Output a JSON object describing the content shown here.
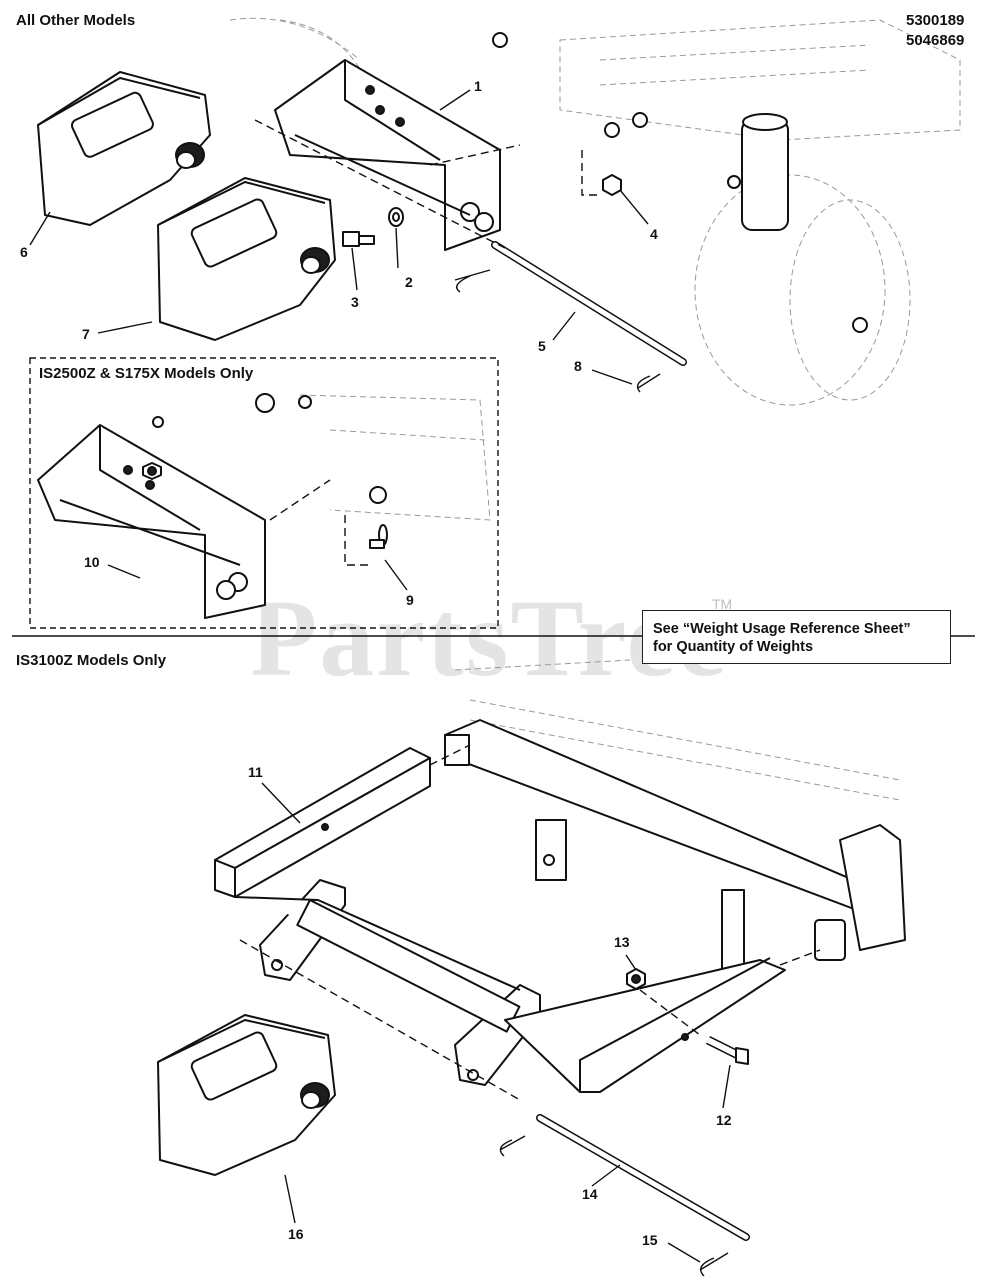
{
  "header": {
    "section_all": "All Other Models",
    "part_codes": [
      "5300189",
      "5046869"
    ],
    "section_is2500": "IS2500Z & S175X Models Only",
    "section_is3100": "IS3100Z Models Only"
  },
  "callout_box": {
    "line1": "See “Weight Usage Reference Sheet”",
    "line2": "for Quantity of Weights"
  },
  "watermark": {
    "text": "PartsTree",
    "tm": "TM"
  },
  "callouts": [
    "1",
    "2",
    "3",
    "4",
    "5",
    "6",
    "7",
    "8",
    "9",
    "10",
    "11",
    "12",
    "13",
    "14",
    "15",
    "16"
  ]
}
